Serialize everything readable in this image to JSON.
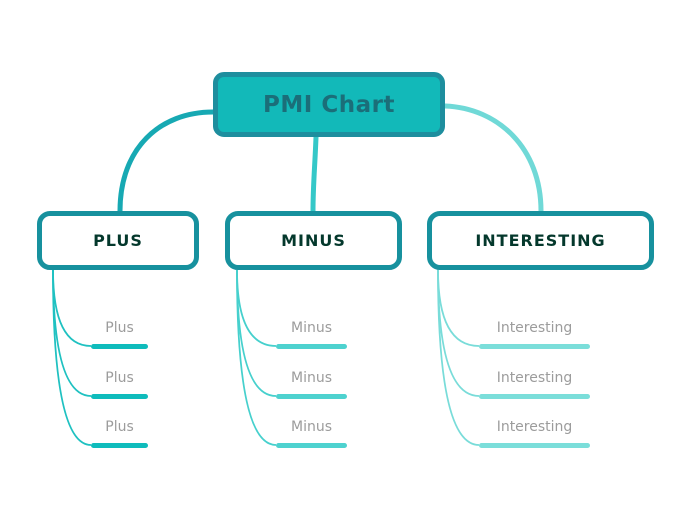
{
  "root": {
    "title": "PMI Chart"
  },
  "branches": [
    {
      "label": "PLUS",
      "accent": "#0fbcbc",
      "items": [
        {
          "label": "Plus"
        },
        {
          "label": "Plus"
        },
        {
          "label": "Plus"
        }
      ]
    },
    {
      "label": "MINUS",
      "accent": "#4ed2cf",
      "items": [
        {
          "label": "Minus"
        },
        {
          "label": "Minus"
        },
        {
          "label": "Minus"
        }
      ]
    },
    {
      "label": "INTERESTING",
      "accent": "#7bdeda",
      "items": [
        {
          "label": "Interesting"
        },
        {
          "label": "Interesting"
        },
        {
          "label": "Interesting"
        }
      ]
    }
  ],
  "colors": {
    "root_fill": "#12b9b9",
    "root_border": "#1e8e9e",
    "root_text": "#1b6e79",
    "branch_border": "#17919e",
    "branch_text": "#04382c",
    "item_text": "#9c9c9c",
    "connector_plus": "#17a9b3",
    "connector_minus": "#35c8c8",
    "connector_interesting": "#70d9d7"
  }
}
